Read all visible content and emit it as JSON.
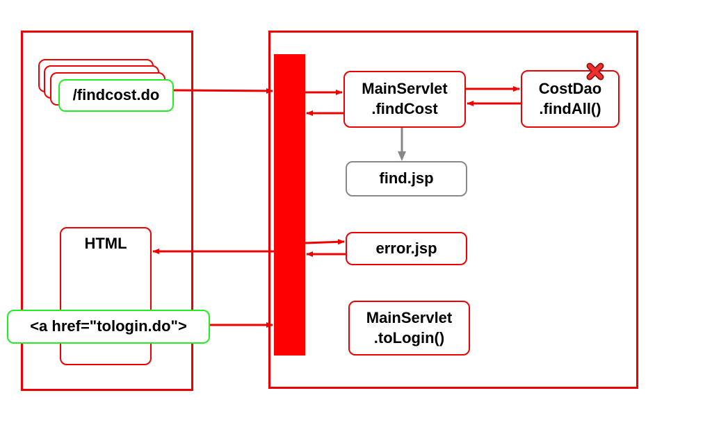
{
  "client": {
    "request_label": "/findcost.do",
    "html_label": "HTML",
    "link_label": "<a href=\"tologin.do\">"
  },
  "server": {
    "find_cost": [
      "MainServlet",
      ".findCost"
    ],
    "cost_dao": [
      "CostDao",
      ".findAll()"
    ],
    "find_jsp": "find.jsp",
    "error_jsp": "error.jsp",
    "to_login": [
      "MainServlet",
      ".toLogin()"
    ]
  },
  "colors": {
    "frame": "#ee0000",
    "request_border": "#22ee22",
    "view_border": "#888888",
    "arrow": "#ee0000",
    "gray_arrow": "#888888",
    "error_mark": "#dd2222"
  },
  "icons": {
    "dao_error": "x-mark-icon"
  }
}
